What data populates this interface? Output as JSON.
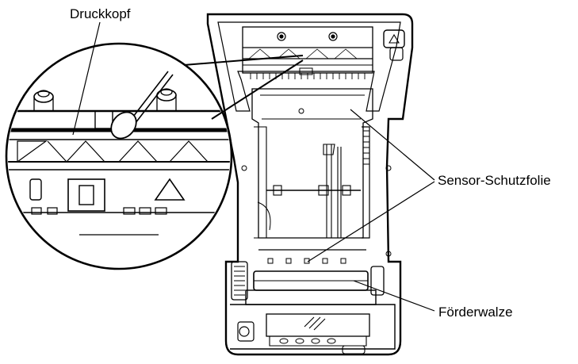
{
  "labels": {
    "print_head": "Druckkopf",
    "sensor_film": "Sensor-Schutzfolie",
    "feed_roller": "Förderwalze"
  },
  "colors": {
    "line": "#000000",
    "background": "#ffffff"
  }
}
